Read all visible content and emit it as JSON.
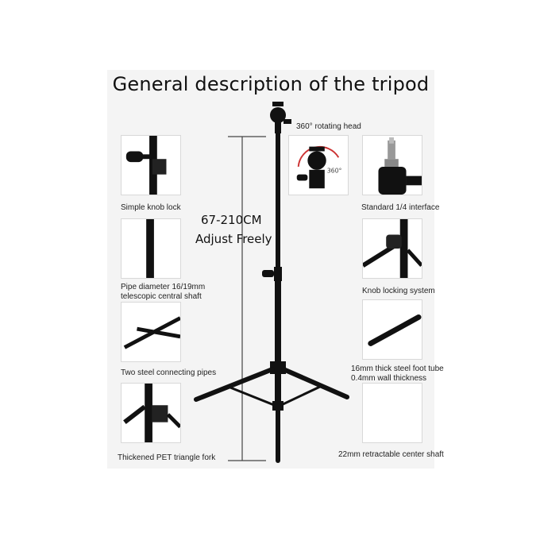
{
  "title": "General description of the tripod",
  "height_range": "67-210CM",
  "adjust": "Adjust Freely",
  "head_label": "360° rotating head",
  "head_badge": "360°",
  "left_features": [
    {
      "label": "Simple knob lock"
    },
    {
      "label_line1": "Pipe diameter 16/19mm",
      "label_line2": "telescopic central shaft"
    },
    {
      "label": "Two steel connecting pipes"
    },
    {
      "label": "Thickened PET triangle fork"
    }
  ],
  "right_features": [
    {
      "label": "Standard 1/4 interface"
    },
    {
      "label": "Knob locking system"
    },
    {
      "label_line1": "16mm thick steel foot tube",
      "label_line2": "0.4mm wall thickness"
    },
    {
      "label": "22mm retractable center shaft"
    }
  ],
  "icons": [
    "knob-lock-icon",
    "pipe-icon",
    "connecting-pipes-icon",
    "triangle-fork-icon",
    "rotating-head-icon",
    "quarter-inch-screw-icon",
    "knob-locking-icon",
    "foot-tube-icon"
  ]
}
